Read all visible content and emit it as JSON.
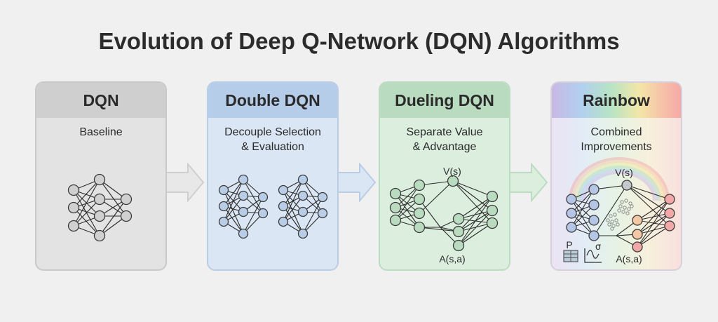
{
  "title": "Evolution of Deep Q-Network (DQN) Algorithms",
  "panels": [
    {
      "name": "DQN",
      "description": "Baseline",
      "color": "#cfcfcf"
    },
    {
      "name": "Double DQN",
      "description": "Decouple Selection & Evaluation",
      "description_lines": [
        "Decouple Selection",
        "& Evaluation"
      ],
      "color": "#b6cdea"
    },
    {
      "name": "Dueling DQN",
      "description": "Separate Value & Advantage",
      "description_lines": [
        "Separate Value",
        "& Advantage"
      ],
      "color": "#b9dcc0",
      "value_label": "V(s)",
      "advantage_label": "A(s,a)"
    },
    {
      "name": "Rainbow",
      "description": "Combined Improvements",
      "description_lines": [
        "Combined",
        "Improvements"
      ],
      "color": "rainbow",
      "value_label": "V(s)",
      "advantage_label": "A(s,a)",
      "priority_label": "P",
      "noise_label": "σ"
    }
  ],
  "icons": [
    "neural-network-icon",
    "arrow-right-icon",
    "rainbow-arc-icon",
    "priority-table-icon",
    "noisy-signal-icon",
    "distribution-dots-icon"
  ]
}
